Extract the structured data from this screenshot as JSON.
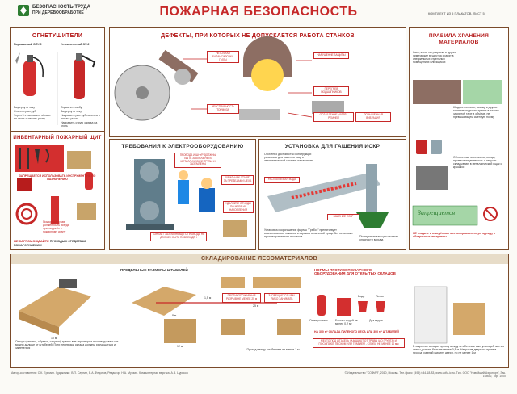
{
  "header": {
    "org_line1": "БЕЗОПАСНОСТЬ ТРУДА",
    "org_line2": "ПРИ ДЕРЕВООБРАБОТКЕ",
    "title": "ПОЖАРНАЯ БЕЗОПАСНОСТЬ",
    "kit_note": "КОМПЛЕКТ ИЗ 5 ПЛАКАТОВ. ЛИСТ 5"
  },
  "extinguishers": {
    "title": "ОГНЕТУШИТЕЛИ",
    "left_name": "Порошковый ОПУ-5",
    "right_name": "Углекислотный ОУ-2",
    "left_steps": [
      "Выдернуть чеку",
      "Отвести раструб",
      "Через 5 с направить облако на огонь и нажать ручку"
    ],
    "right_steps": [
      "Сорвать пломбу",
      "Выдернуть чеку",
      "Направить раструб на огонь и нажать рычаг",
      "Направить струю заряда на огонь"
    ]
  },
  "fire_board": {
    "title": "ИНВЕНТАРНЫЙ ПОЖАРНЫЙ ЩИТ",
    "note1": "ЗАПРЕЩАЕТСЯ ИСПОЛЬЗОВАТЬ ИНСТРУМЕНТ НЕ ПО НАЗНАЧЕНИЮ",
    "note2": "Пожарный рукав должен быть всегда присоединён к пожарному крану",
    "no_block": "НЕ ЗАГРОМОЖДАЙТЕ",
    "no_block_rest": "ПРОХОДЫ К СРЕДСТВАМ ПОЖАРОТУШЕНИЯ!"
  },
  "defects": {
    "title": "ДЕФЕКТЫ, ПРИ КОТОРЫХ НЕ ДОПУСКАЕТСЯ РАБОТА СТАНКОВ",
    "callouts": [
      "НЕТОЧНАЯ БАЛАНСИРОВКА ПИЛЫ",
      "НЕИСПРАВНОСТЬ ТОРМОЗА",
      "НАРУШЕНИЕ ЗАЩИТЫ",
      "ПЕРЕГРЕВ ПОДШИПНИКОВ",
      "ОСЛАБЛЕНИЕ НАТЯГА РЕМНЕЙ",
      "ПОВЫШЕННАЯ ВИБРАЦИЯ"
    ]
  },
  "storage": {
    "title": "ПРАВИЛА ХРАНЕНИЯ МАТЕРИАЛОВ",
    "text1": "Лаки, клеи, нитрокраски и другие химические вещества хранят в специальных отдельных помещениях или ящиках",
    "text2": "Жидкое топливо, смазку и другие горючие жидкости хранят в плотно закрытой таре в объёме, не превышающем сменную норму",
    "text3": "Обтирочные материалы, концы, промасленную ветошь и летучки складывают в металлический ящик с крышкой",
    "forbid_label": "Запрещается",
    "forbid_note": "НЕ кладите в отведённых местах промасленную одежду и обтирочные материалы"
  },
  "electrical": {
    "title": "ТРЕБОВАНИЯ К ЭЛЕКТРООБОРУДОВАНИЮ",
    "callout1": "ПРОВОДА И ШНУР ДОЛЖНЫ БЫТЬ ЗАКЛЮЧЕНЫ В МЕТАЛЛИЧЕСКИЕ ТРУБЫ И ЗАЗЕМЛЕНЫ",
    "callout2": "РУБИЛЬНИК СТАВЯТ ЗА ПРЕДЕЛАМИ ЦЕХА",
    "callout3": "КОНТАКТ ЗАЗЕМЛЯЮЩЕГО ПРОВОДА НЕ ДОЛЖЕН БЫТЬ ПОВРЕЖДЁН",
    "callout4": "УДАЛЯЙТЕ ОТХОДЫ ПО МЕРЕ ИХ НАКОПЛЕНИЯ"
  },
  "spark": {
    "title": "УСТАНОВКА ДЛЯ ГАШЕНИЯ ИСКР",
    "label1": "Особенно достоинство конструкции установки для гашения искр в автоматической системе на гашение",
    "label2": "РАСПЫЛЯЕМАЯ ВОДА",
    "label3": "ГАШЕНИЕ ИСКР",
    "bottom_note": "Установка искрогашения фирмы \"Гребок\" препятствует возникновению пожаров и взрывов в пылевой среде без остановки производственного процесса",
    "right_note": "Пылеулавливающая система опасности взрыва"
  },
  "lumber": {
    "title": "СКЛАДИРОВАНИЕ ЛЕСОМАТЕРИАЛОВ",
    "stack_title": "ПРЕДЕЛЬНЫЕ РАЗМЕРЫ ШТАБЕЛЕЙ",
    "gap_label": "ПРОТИВОПОЖАРНЫЙ РАЗРЫВ НЕ МЕНЕЕ 25 м",
    "prohibit_label": "ЗАПРЕЩАЕТСЯ ЧЕМ-ЛИБО ЗАНИМАТЬ",
    "norms_title": "НОРМЫ ПРОТИВОПОЖАРНОГО ОБОРУДОВАНИЯ ДЛЯ ОТКРЫТЫХ СКЛАДОВ",
    "norm_items": [
      "Огнетушитель",
      "Бочка с водой не менее 0,2 м³",
      "Два ведра",
      "Вода",
      "Песок"
    ],
    "norm_area": "НА 300 м² СКЛАДА ПИЛЕНОГО ЛЕСА ИЛИ 300 м² ШТАБЕЛЕЙ",
    "norm_bottom": "МЕСТО ПОД ШТАБЕЛЬ ОЧИЩАЮТ ОТ ТРАВЫ (ДО ГРУНТА) И ПОСЫПАЮТ ПЕСКОМ ИЛИ ГРАВИЕМ - СЛОЕМ НЕ МЕНЕЕ 10 мм",
    "left_note": "Отходы (опилки, обрезки, стружки) хранят вне территории производства и как можно дальше от штабелей. Пути перевозки склада должны расчищаться и заметаться",
    "right_note": "В закрытых складах проход между штабелем и выступающей частью стены должен быть не менее 0,8 м. Напротив дверного проема - проход, равный ширине двери, но не менее 1 м",
    "dim_10m": "10 м",
    "dim_8m": "8 м",
    "dim_12m": "12 м",
    "dim_25m": "25 м",
    "dim_height": "1,5 м",
    "bottom_caption": "Проход между штабелями не менее 1 м"
  },
  "footer": {
    "authors": "Автор-составитель: С.К. Еремин. Художники: В.П. Саулин, Б.А. Федотов, Редактор: Н.А. Мурзин. Компьютерная верстка: А.В. Цуриков",
    "publisher": "© Издательство \"СОФИЯ\", 2010, Москва. Тел./факс: (495) 644-18-83, www.sofia-ic.ru. Тип. ООО \"Новейший Аэропорт\", Зак. 1689/2, Тир. 1000"
  },
  "colors": {
    "accent_red": "#c62828",
    "frame_brown": "#7a4a2a",
    "band_beige": "#e7dcc8"
  }
}
